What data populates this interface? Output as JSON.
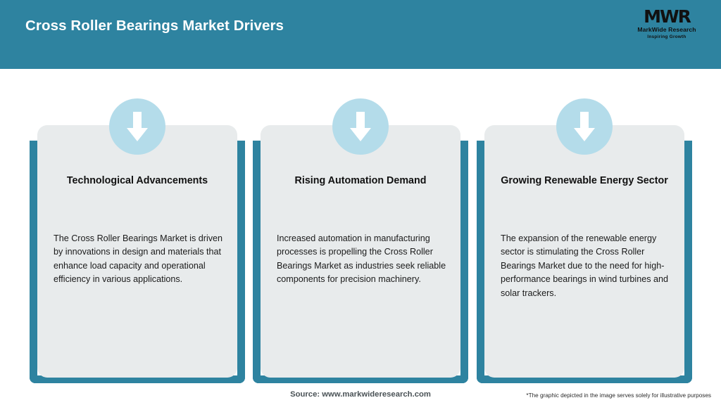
{
  "header": {
    "title": "Cross Roller Bearings Market Drivers",
    "background_color": "#2E83A0",
    "title_color": "#FFFFFF"
  },
  "logo": {
    "mark": "MWR",
    "name": "MarkWide Research",
    "tagline": "Inspiring Growth"
  },
  "cards": [
    {
      "icon": "down-arrow-icon",
      "heading": "Technological Advancements",
      "body": "The Cross Roller Bearings Market is driven by innovations in design and materials that enhance load capacity and operational efficiency in various applications."
    },
    {
      "icon": "down-arrow-icon",
      "heading": "Rising Automation Demand",
      "body": "Increased automation in manufacturing processes is propelling the Cross Roller Bearings Market as industries seek reliable components for precision machinery."
    },
    {
      "icon": "down-arrow-icon",
      "heading": "Growing Renewable Energy Sector",
      "body": "The expansion of the renewable energy sector is stimulating the Cross Roller Bearings Market due to the need for high-performance bearings in wind turbines and solar trackers."
    }
  ],
  "footer": {
    "source": "Source: www.markwideresearch.com",
    "disclaimer": "*The graphic depicted in the image serves solely for illustrative purposes"
  },
  "colors": {
    "accent_teal": "#2E83A0",
    "badge_blue": "#B4DCEA",
    "card_background": "#E8EBEC",
    "page_background": "#FFFFFF"
  }
}
